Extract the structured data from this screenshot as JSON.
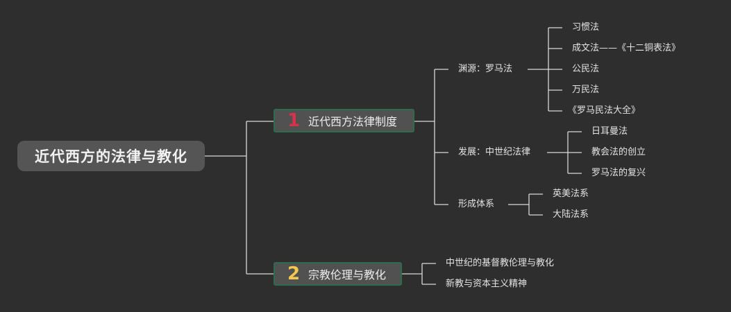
{
  "root": {
    "label": "近代西方的法律与教化"
  },
  "branch1": {
    "number": "1",
    "label": "近代西方法律制度",
    "children": [
      {
        "label": "渊源：罗马法",
        "children": [
          "习惯法",
          "成文法——《十二铜表法》",
          "公民法",
          "万民法",
          "《罗马民法大全》"
        ]
      },
      {
        "label": "发展：中世纪法律",
        "children": [
          "日耳曼法",
          "教会法的创立",
          "罗马法的复兴"
        ]
      },
      {
        "label": "形成体系",
        "children": [
          "英美法系",
          "大陆法系"
        ]
      }
    ]
  },
  "branch2": {
    "number": "2",
    "label": "宗教伦理与教化",
    "children": [
      "中世纪的基督教伦理与教化",
      "新教与资本主义精神"
    ]
  },
  "colors": {
    "background": "#2e2e2e",
    "connector": "#d9d9d9",
    "branch_border": "#2f6b4f",
    "number_1": "#d6334b",
    "number_2": "#f2c94c"
  }
}
